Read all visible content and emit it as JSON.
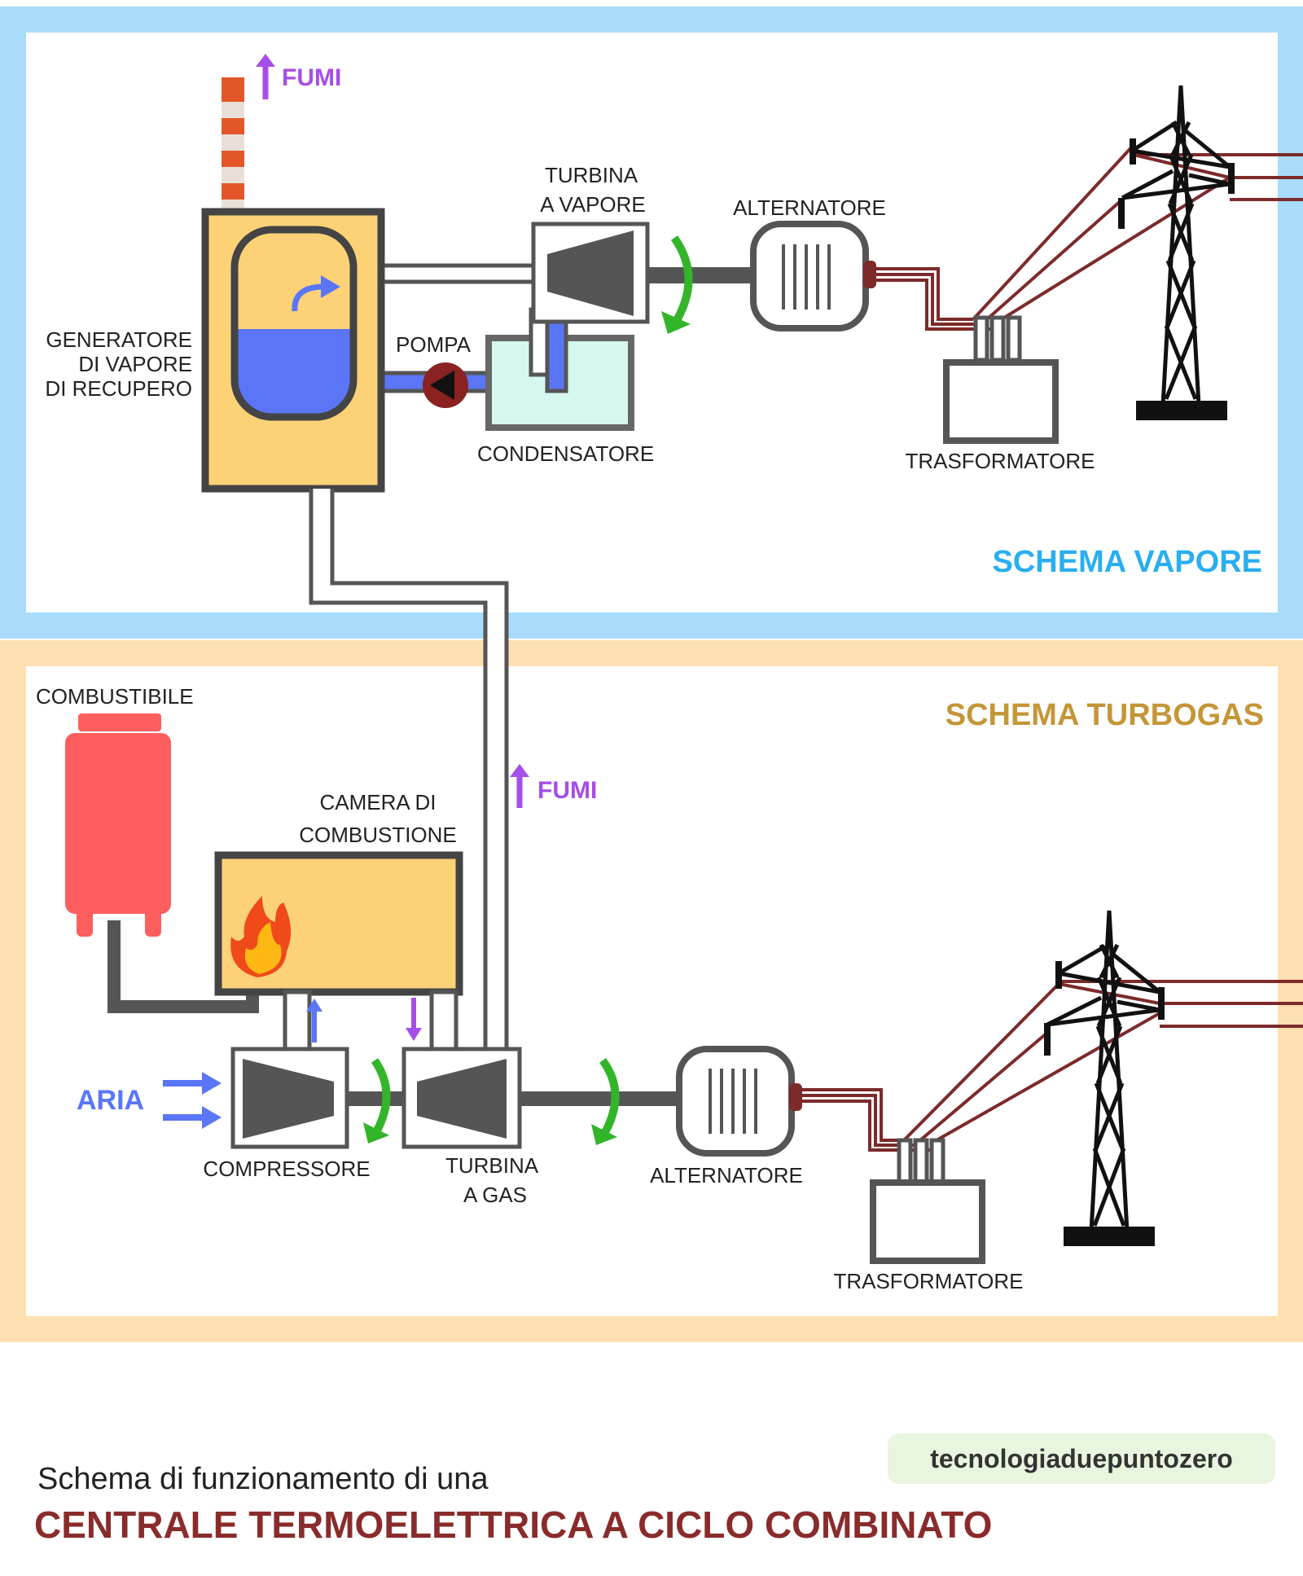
{
  "colors": {
    "steam_frame": "#a8dcfa",
    "gas_frame": "#fde0b0",
    "steam_title": "#29aef0",
    "gas_title": "#c49638",
    "fumes": "#a64ee8",
    "air": "#5b7cf5",
    "rotation": "#33b52a",
    "wire": "#7d2a2a",
    "footer_title": "#8a2b2b",
    "brand_bg": "#e8f6df",
    "generator_fill": "#fdd277",
    "water": "#5a76f6",
    "condenser": "#d4f7ee",
    "fuel_tank": "#ff5e5e"
  },
  "steam": {
    "title": "SCHEMA VAPORE",
    "fumes_label": "FUMI",
    "turbine_label_1": "TURBINA",
    "turbine_label_2": "A  VAPORE",
    "alternator_label": "ALTERNATORE",
    "generator_label_1": "GENERATORE",
    "generator_label_2": "DI VAPORE",
    "generator_label_3": "DI RECUPERO",
    "pump_label": "POMPA",
    "condenser_label": "CONDENSATORE",
    "transformer_label": "TRASFORMATORE"
  },
  "gas": {
    "title": "SCHEMA TURBOGAS",
    "fuel_label": "COMBUSTIBILE",
    "fumes_label": "FUMI",
    "chamber_label_1": "CAMERA  DI",
    "chamber_label_2": "COMBUSTIONE",
    "air_label": "ARIA",
    "compressor_label": "COMPRESSORE",
    "turbine_label_1": "TURBINA",
    "turbine_label_2": "A  GAS",
    "alternator_label": "ALTERNATORE",
    "transformer_label": "TRASFORMATORE"
  },
  "footer": {
    "subtitle": "Schema di funzionamento di una",
    "title": "CENTRALE  TERMOELETTRICA A CICLO COMBINATO",
    "brand": "tecnologiaduepuntozero"
  }
}
